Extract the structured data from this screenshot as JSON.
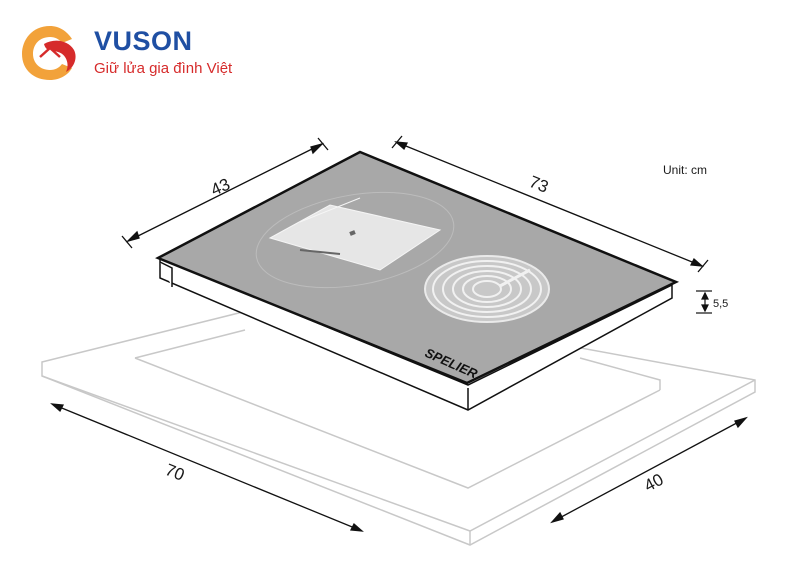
{
  "header": {
    "brand": "VUSON",
    "tagline": "Giữ lửa gia đình Việt"
  },
  "diagram": {
    "unit_label": "Unit: cm",
    "hob_depth": "43",
    "hob_width": "73",
    "hob_thickness": "5,5",
    "cutout_width": "70",
    "cutout_depth": "40",
    "hob_brand": "SPELIER"
  },
  "colors": {
    "hob_surface": "#a8a8a8",
    "outline": "#111111",
    "countertop_line": "#c8c8c8",
    "brand_blue": "#1f4fa3",
    "brand_red": "#d62b2b",
    "logo_orange": "#f2a23a"
  }
}
